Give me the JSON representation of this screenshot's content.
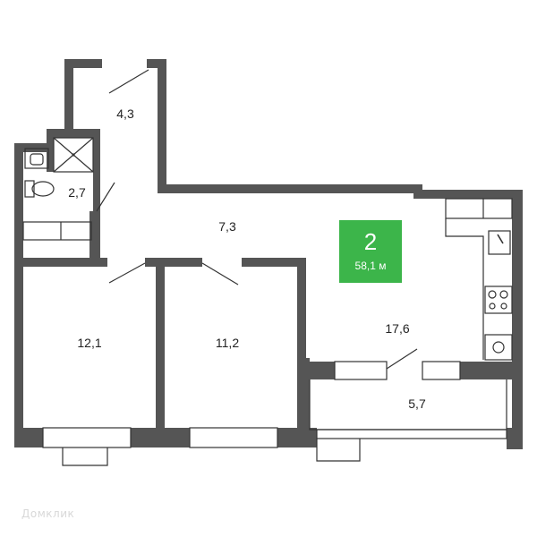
{
  "apartment": {
    "rooms_count": "2",
    "total_area": "58,1 м",
    "badge_color": "#3cb54a"
  },
  "rooms": [
    {
      "id": "hall-small",
      "area": "4,3"
    },
    {
      "id": "bathroom",
      "area": "2,7"
    },
    {
      "id": "corridor",
      "area": "7,3"
    },
    {
      "id": "bedroom-left",
      "area": "12,1"
    },
    {
      "id": "bedroom-middle",
      "area": "11,2"
    },
    {
      "id": "kitchen-living",
      "area": "17,6"
    },
    {
      "id": "balcony",
      "area": "5,7"
    }
  ],
  "watermark": "Домклик",
  "colors": {
    "wall": "#555555",
    "window": "#ffffff",
    "line": "#333333"
  }
}
